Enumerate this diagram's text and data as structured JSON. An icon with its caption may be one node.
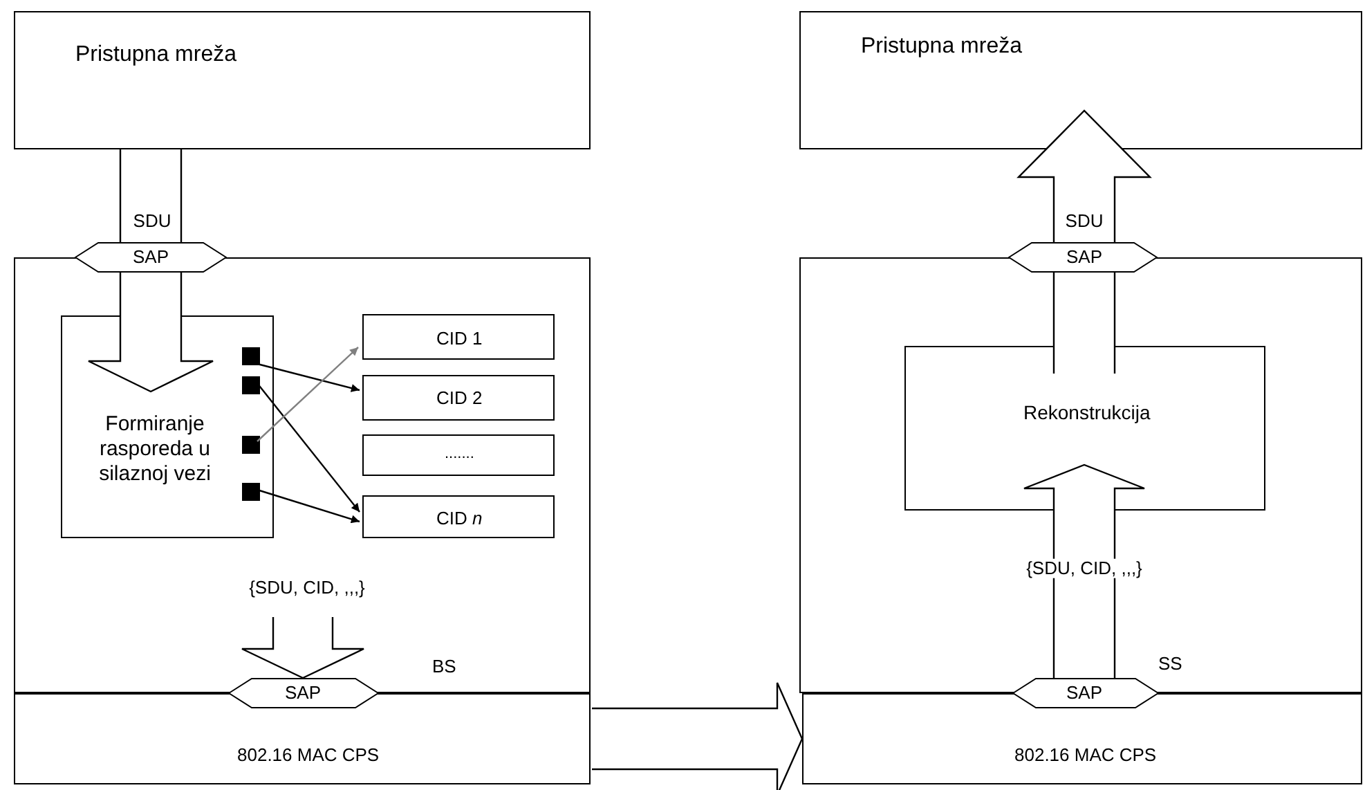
{
  "diagram": {
    "nodes": [
      {
        "text": [
          "Pristupna mreža"
        ]
      },
      {
        "text": [
          "BS"
        ]
      },
      {
        "text": [
          "SAP"
        ]
      },
      {
        "text": [
          "Formiranje rasporeda u silaznoj vezi"
        ],
        "in": 1
      },
      {
        "text": [],
        "shape": "box",
        "in": 3
      },
      {
        "text": [],
        "shape": "box",
        "in": 3
      },
      {
        "text": [],
        "shape": "box",
        "in": 3
      },
      {
        "text": [],
        "shape": "box",
        "in": 3
      },
      {
        "text": [
          "CID 1"
        ],
        "in": 1
      },
      {
        "text": [
          "CID 2"
        ],
        "in": 1
      },
      {
        "text": [
          "......."
        ],
        "in": 1
      },
      {
        "text": [
          "CID *n*"
        ],
        "in": 1
      },
      {
        "text": [
          "SAP"
        ]
      },
      {
        "text": [
          "802.16 MAC CPS"
        ]
      },
      {
        "text": [
          "Pristupna mreža"
        ]
      },
      {
        "text": [
          "SS"
        ]
      },
      {
        "text": [
          "SAP"
        ]
      },
      {
        "text": [
          "Rekonstrukcija"
        ],
        "in": 15
      },
      {
        "text": [
          "SAP"
        ]
      },
      {
        "text": [
          "802.16 MAC CPS"
        ]
      }
    ],
    "edges": [
      {
        "from": 0,
        "to": 2,
        "arrow": "none",
        "label": "SDU",
        "style": "thick"
      },
      {
        "from": 2,
        "to": 3,
        "arrow": "to",
        "style": "thick"
      },
      {
        "from": 4,
        "to": 9,
        "arrow": "to"
      },
      {
        "from": 5,
        "to": 11,
        "arrow": "to"
      },
      {
        "from": 6,
        "to": 8,
        "arrow": "to",
        "color": "#808080"
      },
      {
        "from": 7,
        "to": 11,
        "arrow": "to"
      },
      {
        "from": null,
        "to": 12,
        "arrow": "to",
        "label": "{SDU, CID, ,,,}",
        "style": "thick"
      },
      {
        "from": 13,
        "to": 19,
        "arrow": "to",
        "style": "thick"
      },
      {
        "from": 18,
        "to": 17,
        "arrow": "to",
        "label": "{SDU, CID, ,,,}",
        "style": "thick"
      },
      {
        "from": 17,
        "to": 16,
        "arrow": "none",
        "style": "thick"
      },
      {
        "from": 16,
        "to": 14,
        "arrow": "to",
        "label": "SDU",
        "style": "thick"
      }
    ]
  }
}
